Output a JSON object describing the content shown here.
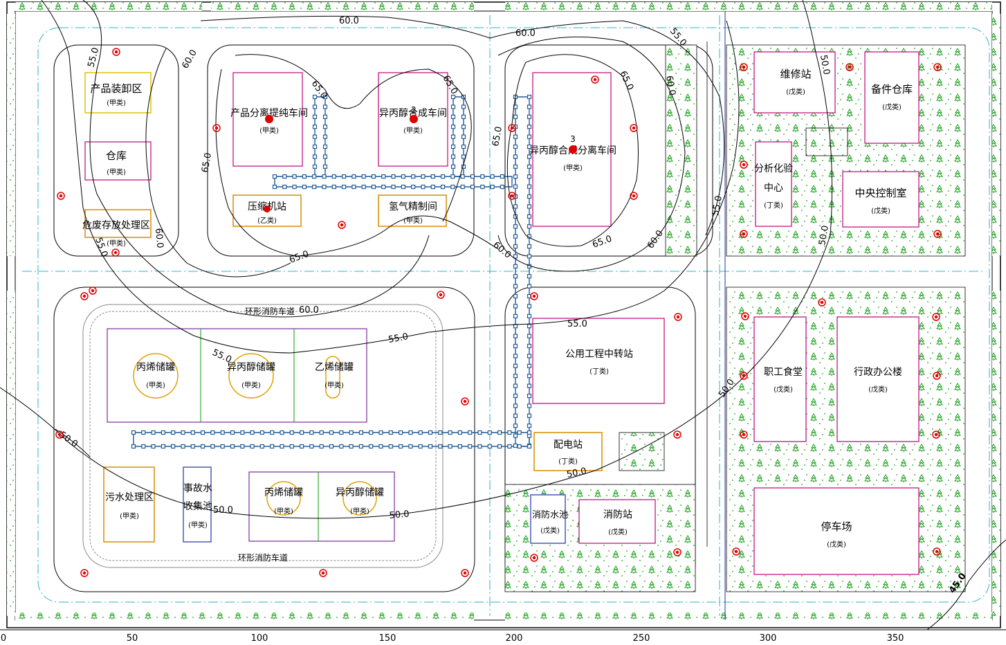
{
  "buildings": {
    "product_packaging": {
      "name": "产品装卸区",
      "class": "(甲类)"
    },
    "warehouse": {
      "name": "仓库",
      "class": "(甲类)"
    },
    "hazwaste": {
      "name": "危废存放处理区",
      "class": "(甲类)"
    },
    "separation_workshop": {
      "name": "产品分离提纯车间",
      "class": "(甲类)"
    },
    "compressor": {
      "name": "压缩机站",
      "class": "(乙类)"
    },
    "ipa_synthesis": {
      "name": "异丙醇合成车间",
      "class": "(甲类)"
    },
    "hydrogen": {
      "name": "氢气精制间",
      "class": "(甲类)"
    },
    "ipa_separation": {
      "name": "异丙醇合成分离车间",
      "class": "(甲类)"
    },
    "maintenance": {
      "name": "维修站",
      "class": "(戊类)"
    },
    "spare_parts": {
      "name": "备件仓库",
      "class": "(戊类)"
    },
    "analysis_center_1": {
      "name": "分析化验",
      "line2": "中心",
      "class": "(丁类)"
    },
    "control_room": {
      "name": "中央控制室",
      "class": "(戊类)"
    },
    "utility_transfer": {
      "name": "公用工程中转站",
      "class": "(丁类)"
    },
    "power_station": {
      "name": "配电站",
      "class": "(丁类)"
    },
    "fire_pool": {
      "name": "消防水池",
      "class": "(戊类)"
    },
    "fire_station": {
      "name": "消防站",
      "class": "(戊类)"
    },
    "canteen": {
      "name": "职工食堂",
      "class": "(戊类)"
    },
    "office": {
      "name": "行政办公楼",
      "class": "(戊类)"
    },
    "parking": {
      "name": "停车场",
      "class": "(戊类)"
    },
    "sewage": {
      "name": "污水处理区",
      "class": "(甲类)"
    },
    "accident_pool": {
      "name": "事故水",
      "line2": "收集池",
      "class": "(甲类)"
    }
  },
  "tanks": {
    "propylene_1": {
      "name": "丙烯储罐",
      "class": "(甲类)"
    },
    "ipa_1": {
      "name": "异丙醇储罐",
      "class": "(甲类)"
    },
    "ethylene": {
      "name": "乙烯储罐",
      "class": "(甲类)"
    },
    "propylene_2": {
      "name": "丙烯储罐",
      "class": "(甲类)"
    },
    "ipa_2": {
      "name": "异丙醇储罐",
      "class": "(甲类)"
    }
  },
  "sources": {
    "s2": "2",
    "s3": "3"
  },
  "road_labels": {
    "top": "环形消防车道",
    "bottom": "环形消防车道"
  },
  "contours": {
    "c60_top": "60.0",
    "c60_top2": "60.0",
    "c55_tr": "55.0",
    "c55_tl": "55.0",
    "c60_tl": "60.0",
    "c65_a": "65.0",
    "c65_b": "65.0",
    "c65_c": "65.0",
    "c60_c": "60.0",
    "c65_d": "65.0",
    "c55_r": "55.0",
    "c65_e": "65.0",
    "c60_d": "60.0",
    "c60_e": "60.0",
    "c65_f": "65.0",
    "c60_f": "60.0",
    "c55_g": "55.0",
    "c60_g": "60.0",
    "c55_h": "55.0",
    "c55_i": "55.0",
    "c55_j": "55.0",
    "c50_a": "50.0",
    "c50_b": "50.0",
    "c50_c": "50.0",
    "c50_d": "50.0",
    "c50_e": "50.0",
    "c50_f": "50.0",
    "c50_g": "50.0",
    "c45": "45.0",
    "c55_k": "55.0",
    "c50_h": "50.0"
  },
  "axis": {
    "t0": "0",
    "t50": "50",
    "t100": "100",
    "t150": "150",
    "t200": "200",
    "t250": "250",
    "t300": "300",
    "t350": "350"
  },
  "colors": {
    "green": "#00a000",
    "red_dot": "#e00000",
    "pipe": "#1f5c99",
    "magenta": "#c0007a",
    "orange": "#d98c00",
    "cyan": "#2fb0c8",
    "purple": "#7a2c9e",
    "blue": "#2030a0"
  }
}
